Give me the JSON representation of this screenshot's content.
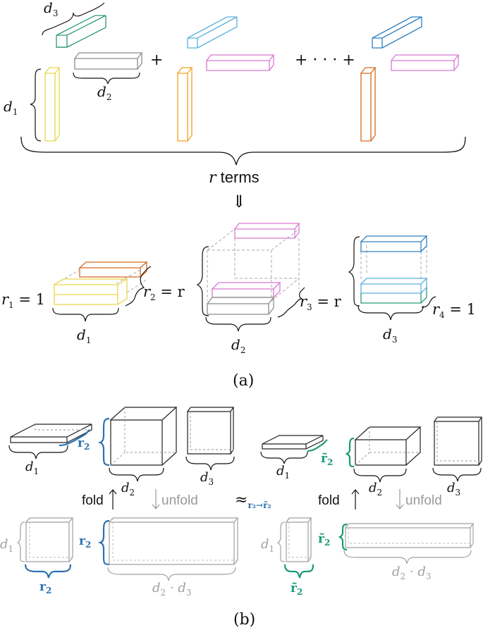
{
  "colors": {
    "yellow": "#e6d84a",
    "green": "#2e9a74",
    "gray_box": "#8c8c8c",
    "light_blue": "#5ab0de",
    "pink": "#d77ad2",
    "orange_light": "#f2a21c",
    "blue": "#2e7fbf",
    "pink2": "#d77ad2",
    "orange_dark": "#d6691e",
    "label_blue": "#2a72b0",
    "label_green": "#1a9a76",
    "faded": "#a0a0a0",
    "dashed": "#a9a9a9"
  },
  "part_a": {
    "labels": {
      "d3": "d",
      "d3_sub": "3",
      "d1": "d",
      "d1_sub": "1",
      "d2": "d",
      "d2_sub": "2",
      "plus": "+",
      "plus_dots": "+ · · · +",
      "r_terms_r": "r",
      "r_terms_text": " terms",
      "implies": "⇓"
    },
    "ranks": {
      "r1": "r",
      "r1_sub": "1",
      "r1_eq": " = 1",
      "r2": "r",
      "r2_sub": "2",
      "r2_eq": " = r",
      "r3": "r",
      "r3_sub": "3",
      "r3_eq": " = r",
      "r4": "r",
      "r4_sub": "4",
      "r4_eq": " = 1"
    },
    "bottom_labels": {
      "d1": "d",
      "d1_sub": "1",
      "d2": "d",
      "d2_sub": "2",
      "d3": "d",
      "d3_sub": "3"
    },
    "caption": "(a)"
  },
  "part_b": {
    "r2": "r",
    "r2_sub": "2",
    "r2_tilde": "r̃",
    "r2_tilde_sub": "2",
    "d1": "d",
    "d1_sub": "1",
    "d2": "d",
    "d2_sub": "2",
    "d3": "d",
    "d3_sub": "3",
    "d2d3": "d",
    "d2d3_sub1": "2",
    "d2d3_dot": " · d",
    "d2d3_sub2": "3",
    "fold": "fold",
    "unfold": "unfold",
    "approx": "≈",
    "approx_sub": "r₂→r̃₂",
    "caption": "(b)"
  }
}
